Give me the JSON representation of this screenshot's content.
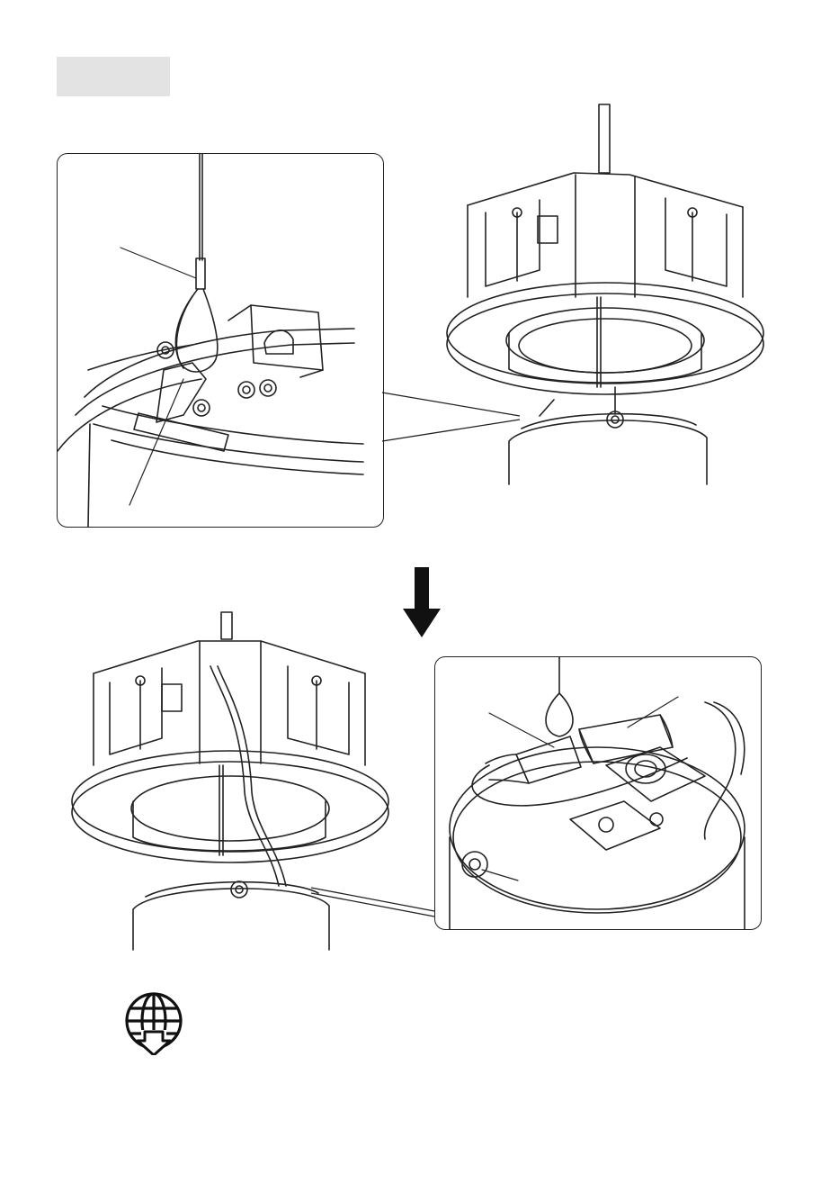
{
  "header": {
    "step_label": ""
  },
  "figures": [
    {
      "id": "detail-top"
    },
    {
      "id": "overview-top"
    },
    {
      "id": "overview-bottom"
    },
    {
      "id": "detail-bottom"
    }
  ],
  "icons": {
    "step_arrow": "arrow-down-icon",
    "download": "globe-download-icon"
  },
  "colors": {
    "label_box": "#e3e3e3",
    "line": "#222222"
  }
}
